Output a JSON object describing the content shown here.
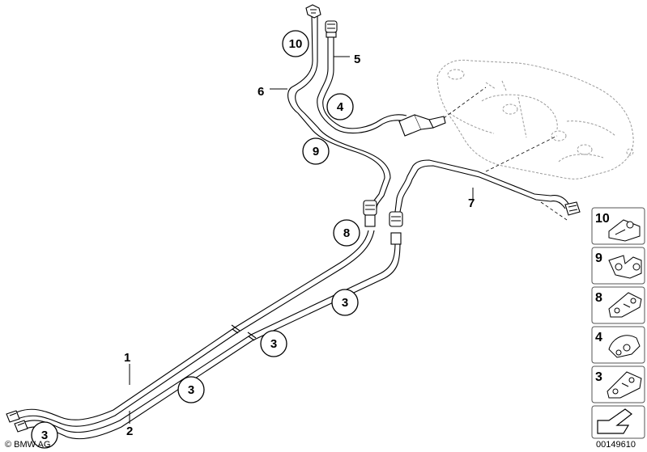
{
  "diagram": {
    "callout_labels": {
      "l1": "1",
      "l2": "2",
      "l5": "5",
      "l6": "6",
      "l7": "7"
    },
    "circled_labels": {
      "c10": "10",
      "c4": "4",
      "c9": "9",
      "c8": "8",
      "c3a": "3",
      "c3b": "3",
      "c3c": "3",
      "c3d": "3"
    },
    "legend": [
      {
        "number": "10",
        "icon": "clip-10-icon"
      },
      {
        "number": "9",
        "icon": "clip-9-icon"
      },
      {
        "number": "8",
        "icon": "clip-8-icon"
      },
      {
        "number": "4",
        "icon": "clip-4-icon"
      },
      {
        "number": "3",
        "icon": "clip-3-icon"
      }
    ],
    "copyright": "© BMW AG",
    "drawing_number": "00149610"
  },
  "colors": {
    "line": "#000000",
    "tank": "#9a9a9a",
    "legend_border": "#555555"
  }
}
